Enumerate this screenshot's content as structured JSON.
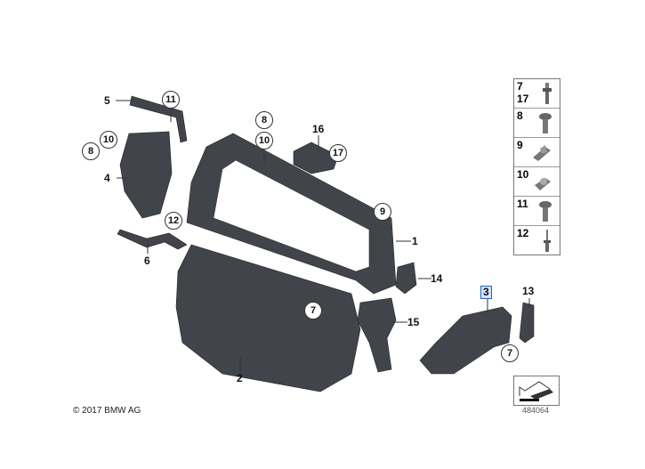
{
  "callouts": {
    "c5": "5",
    "c11a": "11",
    "c8a": "8",
    "c10a": "10",
    "c4": "4",
    "c12": "12",
    "c6": "6",
    "c8b": "8",
    "c10b": "10",
    "c16": "16",
    "c17": "17",
    "c9": "9",
    "c1": "1",
    "c14": "14",
    "c7a": "7",
    "c15": "15",
    "c2": "2",
    "c3": "3",
    "c13": "13",
    "c7b": "7"
  },
  "legend": [
    {
      "label": "7\n17",
      "icon": "bolt-icon"
    },
    {
      "label": "8",
      "icon": "screw-icon"
    },
    {
      "label": "9",
      "icon": "clip-nut-icon"
    },
    {
      "label": "10",
      "icon": "clip-nut-icon"
    },
    {
      "label": "11",
      "icon": "screw-icon"
    },
    {
      "label": "12",
      "icon": "bolt-icon"
    }
  ],
  "legend_labels": {
    "l0a": "7",
    "l0b": "17",
    "l1": "8",
    "l2": "9",
    "l3": "10",
    "l4": "11",
    "l5": "12"
  },
  "copyright": "© 2017 BMW AG",
  "diagram_number": "484064",
  "colors": {
    "part": "#3c3f44",
    "highlight": "#2a62c9"
  }
}
